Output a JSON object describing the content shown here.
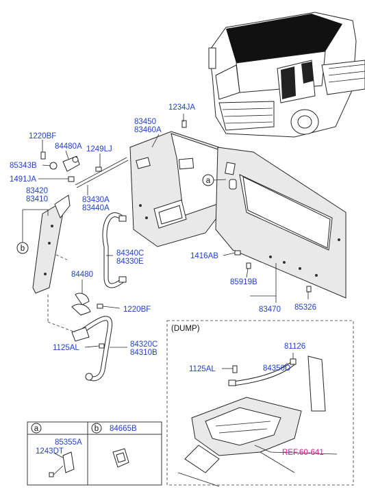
{
  "labels": {
    "p1234JA": "1234JA",
    "p83450": "83450",
    "p83460A": "83460A",
    "p1220BF_top": "1220BF",
    "p84480A": "84480A",
    "p1249LJ": "1249LJ",
    "p85343B": "85343B",
    "p1491JA": "1491JA",
    "p83420": "83420",
    "p83410": "83410",
    "p83430A": "83430A",
    "p83440A": "83440A",
    "p84340C": "84340C",
    "p84330E": "84330E",
    "p1416AB": "1416AB",
    "p85919B": "85919B",
    "p83470": "83470",
    "p85326": "85326",
    "p84480": "84480",
    "p1220BF_mid": "1220BF",
    "p1125AL_left": "1125AL",
    "p84320C": "84320C",
    "p84310B": "84310B",
    "dump_title": "(DUMP)",
    "p81126": "81126",
    "p1125AL_dump": "1125AL",
    "p84350D": "84350D",
    "ref": "REF.60-641",
    "legend_a_letter": "a",
    "legend_b_letter": "b",
    "p84665B": "84665B",
    "p85355A": "85355A",
    "p1243DT": "1243DT",
    "callout_a": "a",
    "callout_b": "b"
  },
  "colors": {
    "part_number": "#1f3fd1",
    "reference": "#d6188f",
    "line": "#222222"
  }
}
